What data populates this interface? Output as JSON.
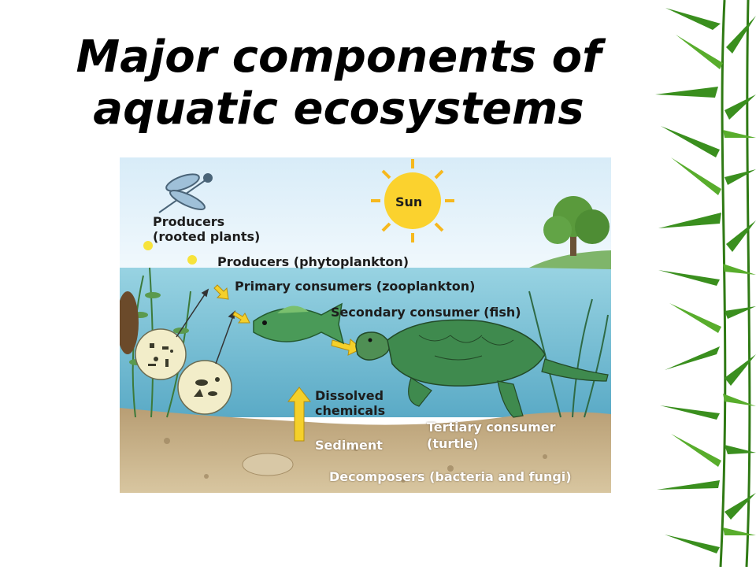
{
  "slide": {
    "title_line1": "Major components of",
    "title_line2": "aquatic ecosystems"
  },
  "diagram": {
    "labels": {
      "sun": "Sun",
      "producers_rooted_1": "Producers",
      "producers_rooted_2": "(rooted plants)",
      "producers_phyto": "Producers (phytoplankton)",
      "primary_consumers": "Primary consumers (zooplankton)",
      "secondary_consumer": "Secondary consumer (fish)",
      "dissolved_1": "Dissolved",
      "dissolved_2": "chemicals",
      "tertiary_1": "Tertiary consumer",
      "tertiary_2": "(turtle)",
      "sediment": "Sediment",
      "decomposers": "Decomposers (bacteria and fungi)"
    }
  },
  "colors": {
    "sky": "#e4f2fb",
    "water_top": "#8fcfe0",
    "water_bottom": "#5fb0cc",
    "sediment": "#c8b48e",
    "sun": "#fbcf2a",
    "arrow": "#f5d02a",
    "turtle": "#3f8a4e",
    "fish": "#4a9a58",
    "bamboo": "#3a8f1e"
  }
}
